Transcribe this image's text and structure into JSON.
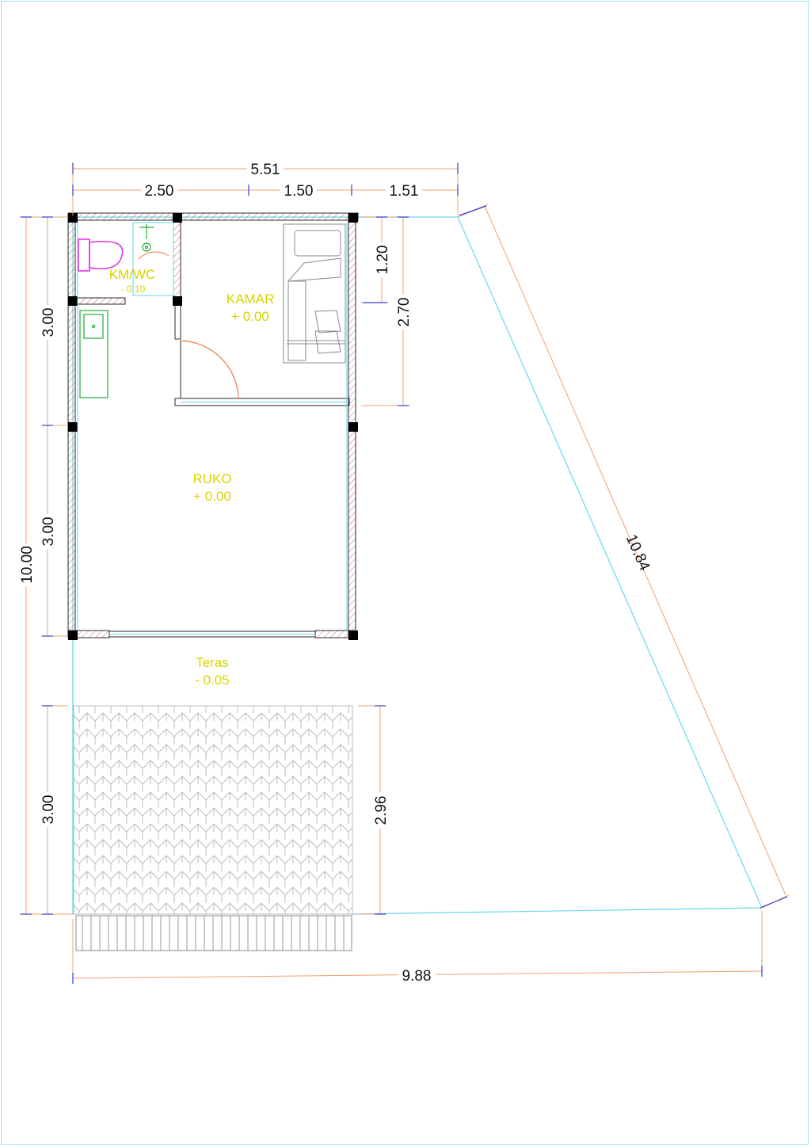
{
  "colors": {
    "background": "#ffffff",
    "wall": "#2a2a2a",
    "column": "#000000",
    "boundary": "#66d7ef",
    "dimension": "#f0a070",
    "dimension_tick": "#3b3bd0",
    "room_label": "#d8d400",
    "toilet": "#e030e0",
    "fixture": "#1fae3a",
    "door_swing": "#f07a3a",
    "paving": "#b8b8b8"
  },
  "dimensions": {
    "top_total": "5.51",
    "top_seg_1": "2.50",
    "top_seg_2": "1.50",
    "top_seg_3": "1.51",
    "left_total": "10.00",
    "left_seg_1": "3.00",
    "left_seg_2": "3.00",
    "left_seg_3": "3.00",
    "right_bedroom_1": "1.20",
    "right_bedroom_2": "2.70",
    "yard_depth": "2.96",
    "diagonal": "10.84",
    "bottom_total": "9.88"
  },
  "rooms": {
    "kmwc": {
      "name": "KM/WC",
      "level": "- 0.10"
    },
    "kamar": {
      "name": "KAMAR",
      "level": "+ 0.00"
    },
    "ruko": {
      "name": "RUKO",
      "level": "+ 0.00"
    },
    "teras": {
      "name": "Teras",
      "level": "- 0.05"
    }
  },
  "icons": {
    "toilet": "toilet-icon",
    "shower": "shower-icon",
    "sink": "sink-counter-icon",
    "bed": "bed-icon",
    "door": "door-swing-icon",
    "paving": "herringbone-paving",
    "fence": "fence"
  }
}
